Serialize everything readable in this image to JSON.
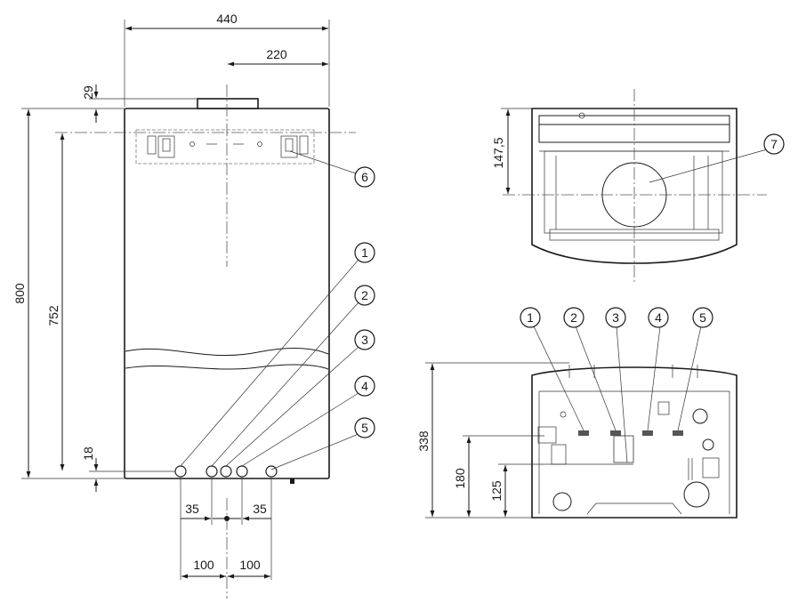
{
  "dimensions": {
    "front_width": "440",
    "front_half_width": "220",
    "top_offset": "29",
    "total_height": "800",
    "bracket_height": "752",
    "connection_height": "18",
    "spacing_left_35": "35",
    "spacing_right_35": "35",
    "spacing_left_100": "100",
    "spacing_right_100": "100",
    "top_view_depth": "147,5",
    "bottom_view_depth": "338",
    "bottom_view_180": "180",
    "bottom_view_125": "125"
  },
  "callouts": {
    "front": [
      "1",
      "2",
      "3",
      "4",
      "5",
      "6"
    ],
    "top_view": [
      "7"
    ],
    "bottom_view": [
      "1",
      "2",
      "3",
      "4",
      "5"
    ]
  }
}
